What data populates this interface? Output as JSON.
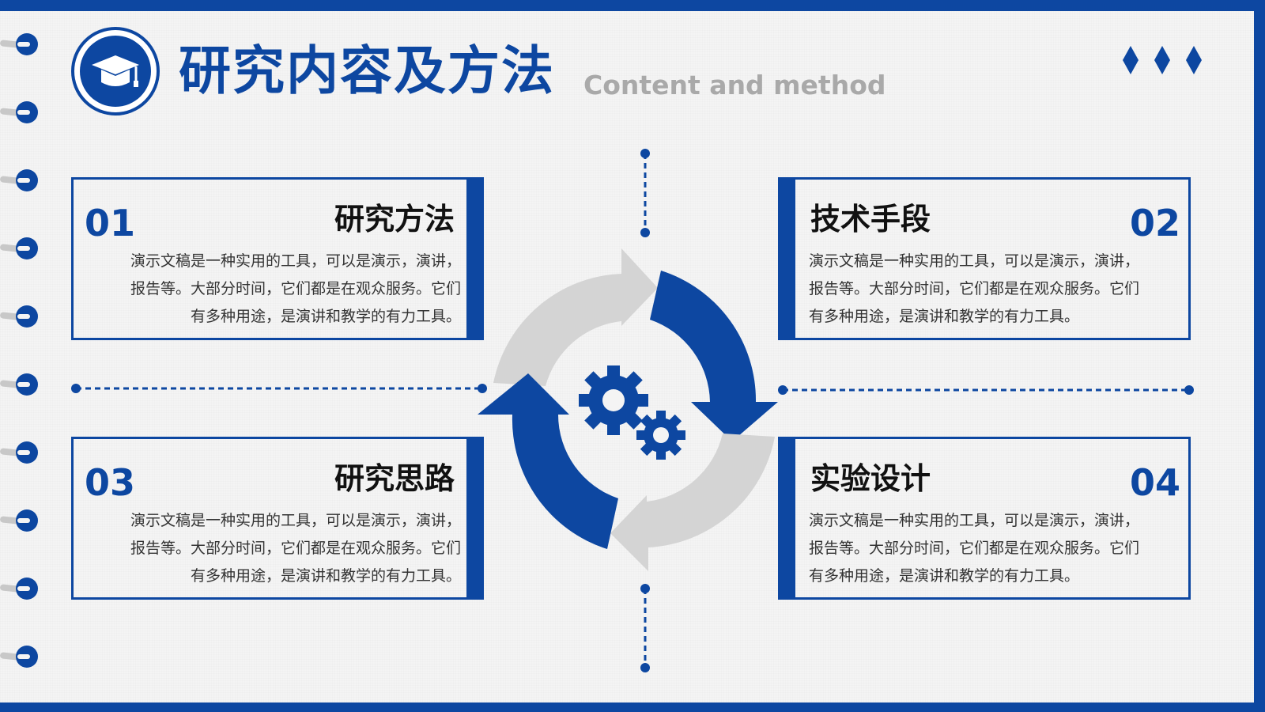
{
  "header": {
    "title_cn": "研究内容及方法",
    "title_en": "Content and method",
    "logo_icon": "graduation-cap-icon",
    "decoration_icon": "diamond-icon"
  },
  "colors": {
    "accent": "#0d47a1",
    "gray_arrow": "#d4d4d4",
    "paper": "#f4f4f4"
  },
  "cards": [
    {
      "num": "01",
      "heading": "研究方法",
      "lines": [
        "演示文稿是一种实用的工具，可以是演示，演讲，",
        "报告等。大部分时间，它们都是在观众服务。它们",
        "有多种用途，是演讲和教学的有力工具。"
      ]
    },
    {
      "num": "02",
      "heading": "技术手段",
      "lines": [
        "演示文稿是一种实用的工具，可以是演示，演讲，",
        "报告等。大部分时间，它们都是在观众服务。它们",
        "有多种用途，是演讲和教学的有力工具。"
      ]
    },
    {
      "num": "03",
      "heading": "研究思路",
      "lines": [
        "演示文稿是一种实用的工具，可以是演示，演讲，",
        "报告等。大部分时间，它们都是在观众服务。它们",
        "有多种用途，是演讲和教学的有力工具。"
      ]
    },
    {
      "num": "04",
      "heading": "实验设计",
      "lines": [
        "演示文稿是一种实用的工具，可以是演示，演讲，",
        "报告等。大部分时间，它们都是在观众服务。它们",
        "有多种用途，是演讲和教学的有力工具。"
      ]
    }
  ],
  "center": {
    "icon": "gears-icon",
    "arrows_icon": "cycle-arrows-icon"
  }
}
